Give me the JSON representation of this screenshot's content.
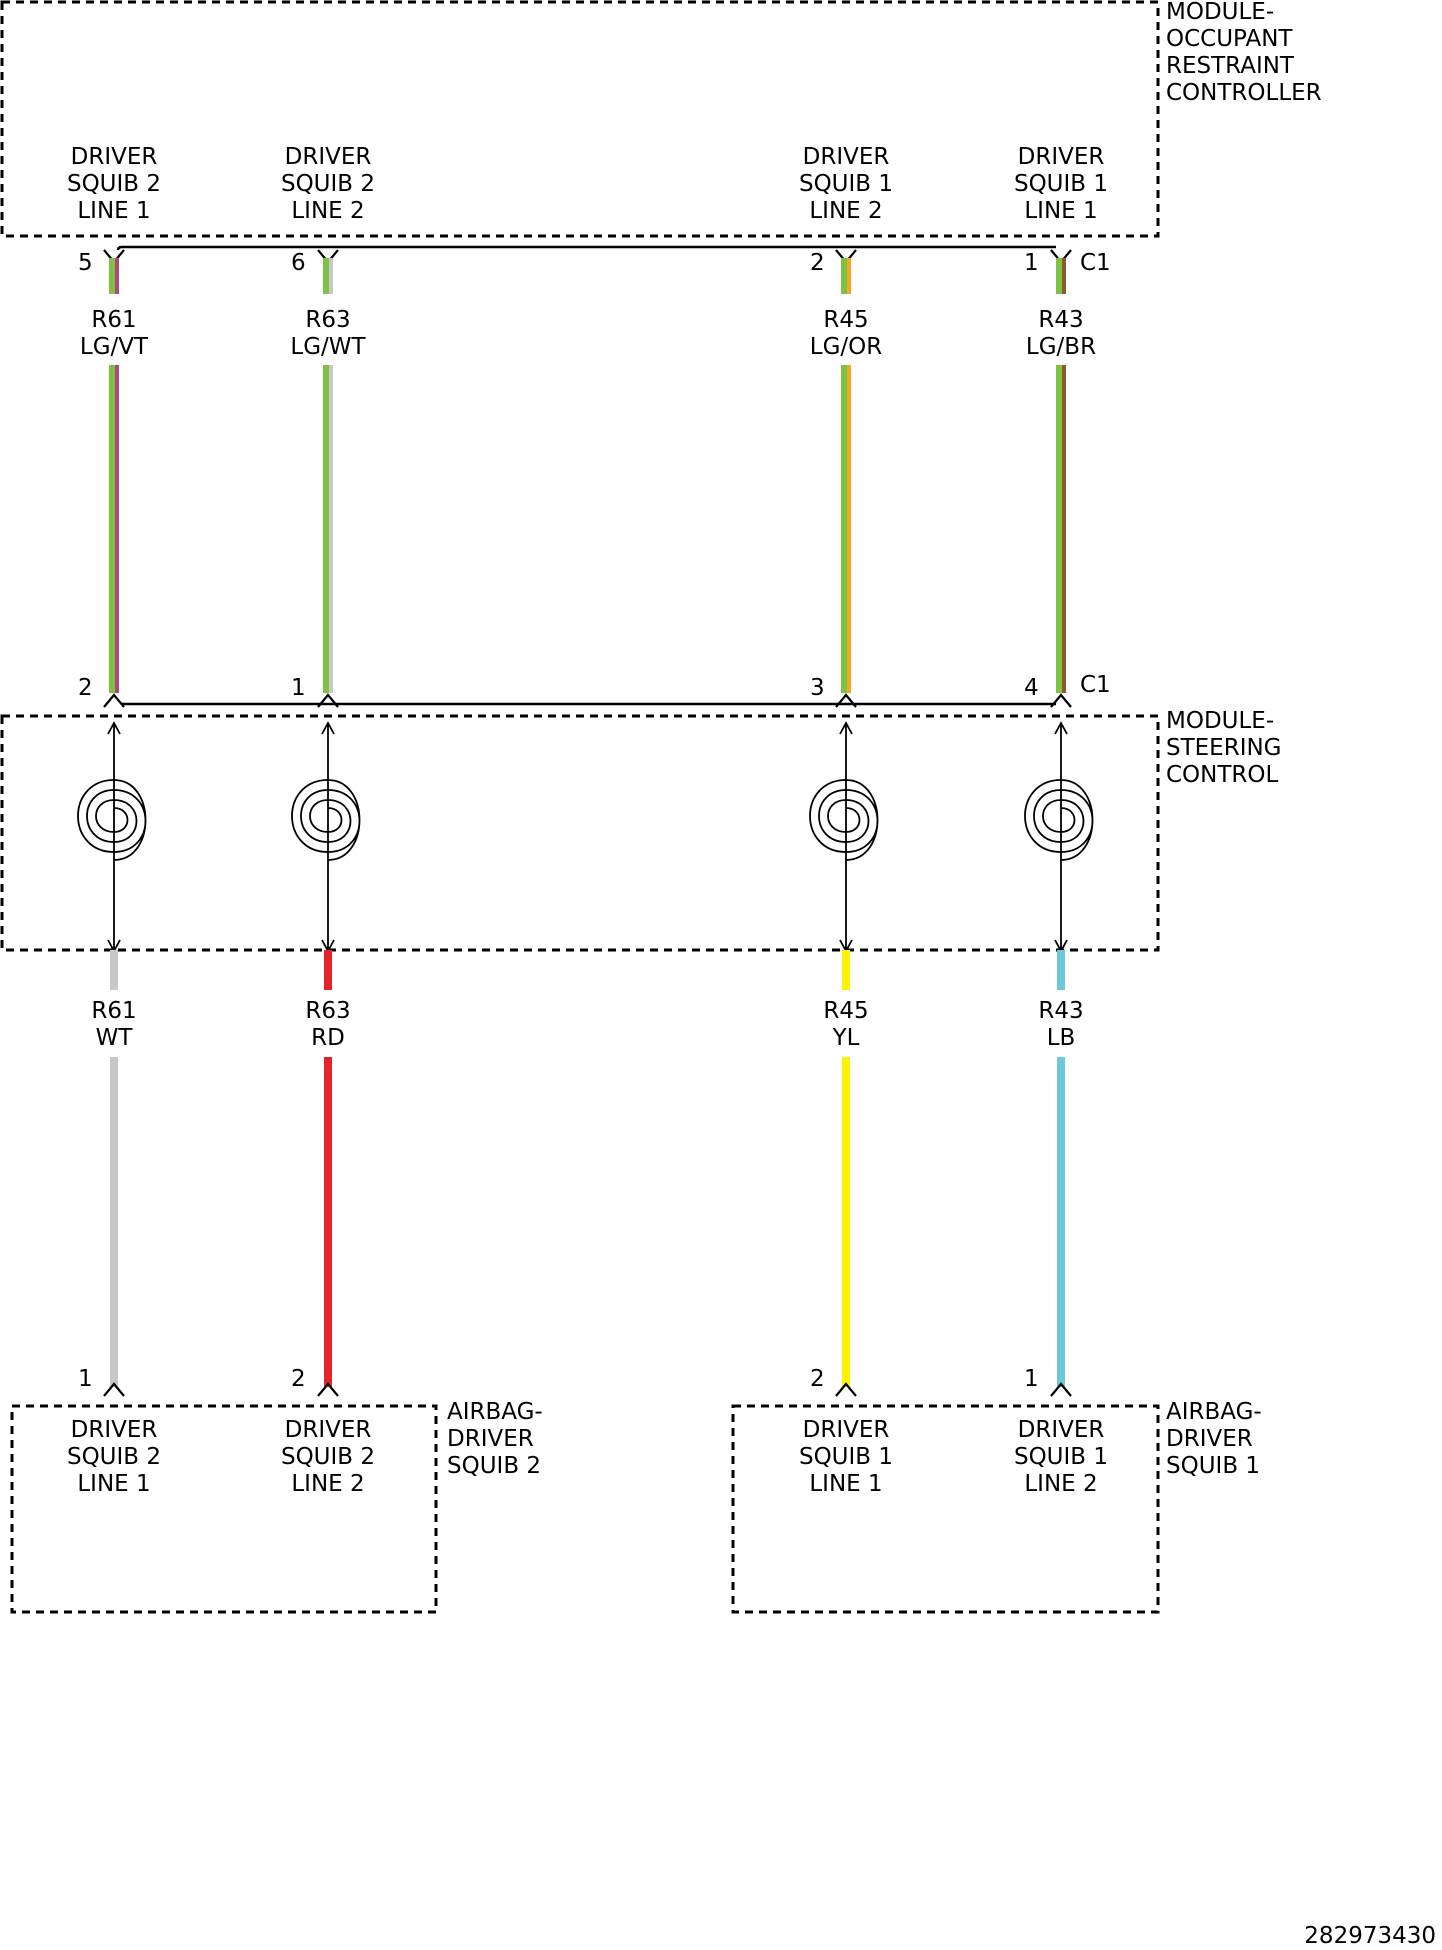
{
  "modules": {
    "occupant": {
      "label": [
        "MODULE-",
        "OCCUPANT",
        "RESTRAINT",
        "CONTROLLER"
      ],
      "connector": "C1",
      "pins": [
        {
          "label": [
            "DRIVER",
            "SQUIB 2",
            "LINE 1"
          ],
          "pin": "5"
        },
        {
          "label": [
            "DRIVER",
            "SQUIB 2",
            "LINE 2"
          ],
          "pin": "6"
        },
        {
          "label": [
            "DRIVER",
            "SQUIB 1",
            "LINE 2"
          ],
          "pin": "2"
        },
        {
          "label": [
            "DRIVER",
            "SQUIB 1",
            "LINE 1"
          ],
          "pin": "1"
        }
      ]
    },
    "steering": {
      "label": [
        "MODULE-",
        "STEERING",
        "CONTROL"
      ],
      "connector": "C1",
      "pins": [
        "2",
        "1",
        "3",
        "4"
      ]
    },
    "airbag2": {
      "label": [
        "AIRBAG-",
        "DRIVER",
        "SQUIB 2"
      ],
      "pins": [
        {
          "label": [
            "DRIVER",
            "SQUIB 2",
            "LINE 1"
          ],
          "pin": "1"
        },
        {
          "label": [
            "DRIVER",
            "SQUIB 2",
            "LINE 2"
          ],
          "pin": "2"
        }
      ]
    },
    "airbag1": {
      "label": [
        "AIRBAG-",
        "DRIVER",
        "SQUIB 1"
      ],
      "pins": [
        {
          "label": [
            "DRIVER",
            "SQUIB 1",
            "LINE 1"
          ],
          "pin": "2"
        },
        {
          "label": [
            "DRIVER",
            "SQUIB 1",
            "LINE 2"
          ],
          "pin": "1"
        }
      ]
    }
  },
  "wires_upper": [
    {
      "circuit": "R61",
      "color_code": "LG/VT",
      "base": "#7dc242",
      "stripe": "#b1467e"
    },
    {
      "circuit": "R63",
      "color_code": "LG/WT",
      "base": "#7dc242",
      "stripe": "#c8c8c8"
    },
    {
      "circuit": "R45",
      "color_code": "LG/OR",
      "base": "#7dc242",
      "stripe": "#f5a623"
    },
    {
      "circuit": "R43",
      "color_code": "LG/BR",
      "base": "#7dc242",
      "stripe": "#8b5a2b"
    }
  ],
  "wires_lower": [
    {
      "circuit": "R61",
      "color_code": "WT",
      "color": "#c8c8c8"
    },
    {
      "circuit": "R63",
      "color_code": "RD",
      "color": "#e3242b"
    },
    {
      "circuit": "R45",
      "color_code": "YL",
      "color": "#fff200"
    },
    {
      "circuit": "R43",
      "color_code": "LB",
      "color": "#6ccad8"
    }
  ],
  "footer": {
    "id": "282973430"
  }
}
